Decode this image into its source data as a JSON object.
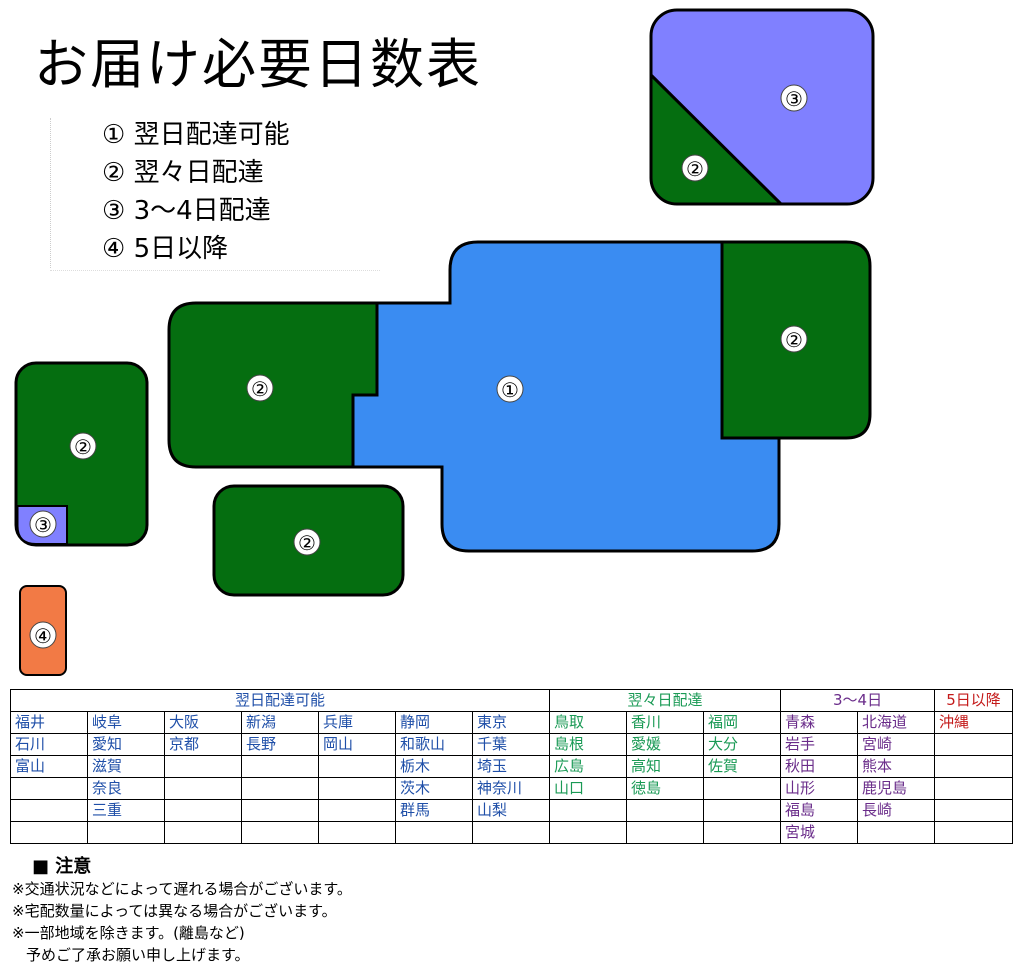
{
  "title": "お届け必要日数表",
  "legend": [
    {
      "marker": "①",
      "text": "翌日配達可能"
    },
    {
      "marker": "②",
      "text": "翌々日配達"
    },
    {
      "marker": "③",
      "text": "3～4日配達"
    },
    {
      "marker": "④",
      "text": "5日以降"
    }
  ],
  "colors": {
    "day1": "#3a8cf2",
    "day2": "#056e10",
    "day34": "#8080ff",
    "day5": "#f27a45",
    "text_day1": "#1f4fa8",
    "text_day2": "#1a9a55",
    "text_day34": "#6a2c8a",
    "text_day5": "#c41a1a"
  },
  "map": {
    "hokkaido": {
      "upper_marker": "③",
      "lower_marker": "②"
    },
    "tohoku": {
      "marker": "②"
    },
    "central": {
      "marker": "①"
    },
    "chugoku": {
      "marker": "②"
    },
    "shikoku": {
      "marker": "②"
    },
    "kyushu": {
      "marker": "②",
      "corner_marker": "③"
    },
    "okinawa": {
      "marker": "④"
    }
  },
  "table": {
    "headers": [
      {
        "label": "翌日配達可能",
        "group": "day1"
      },
      {
        "label": "翌々日配達",
        "group": "day2"
      },
      {
        "label": "3～4日",
        "group": "day34"
      },
      {
        "label": "5日以降",
        "group": "day5"
      }
    ],
    "rows": [
      [
        "福井",
        "岐阜",
        "大阪",
        "新潟",
        "兵庫",
        "静岡",
        "東京",
        "鳥取",
        "香川",
        "福岡",
        "青森",
        "北海道",
        "沖縄"
      ],
      [
        "石川",
        "愛知",
        "京都",
        "長野",
        "岡山",
        "和歌山",
        "千葉",
        "島根",
        "愛媛",
        "大分",
        "岩手",
        "宮崎",
        ""
      ],
      [
        "富山",
        "滋賀",
        "",
        "",
        "",
        "栃木",
        "埼玉",
        "広島",
        "高知",
        "佐賀",
        "秋田",
        "熊本",
        ""
      ],
      [
        "",
        "奈良",
        "",
        "",
        "",
        "茨木",
        "神奈川",
        "山口",
        "徳島",
        "",
        "山形",
        "鹿児島",
        ""
      ],
      [
        "",
        "三重",
        "",
        "",
        "",
        "群馬",
        "山梨",
        "",
        "",
        "",
        "福島",
        "長崎",
        ""
      ],
      [
        "",
        "",
        "",
        "",
        "",
        "",
        "",
        "",
        "",
        "",
        "宮城",
        "",
        ""
      ]
    ]
  },
  "notes": {
    "heading": "注意",
    "lines": [
      "※交通状況などによって遅れる場合がございます。",
      "※宅配数量によっては異なる場合がございます。",
      "※一部地域を除きます。(離島など)",
      "予めご了承お願い申し上げます。"
    ]
  }
}
